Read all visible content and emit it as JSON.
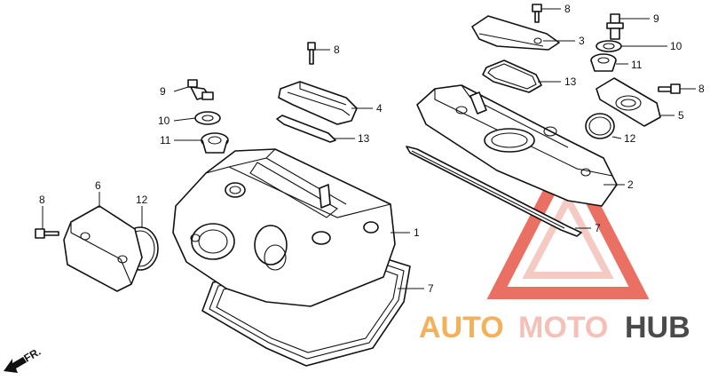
{
  "callouts": {
    "c1": "1",
    "c2": "2",
    "c3": "3",
    "c4": "4",
    "c5": "5",
    "c6": "6",
    "c7a": "7",
    "c7b": "7",
    "c8a": "8",
    "c8b": "8",
    "c8c": "8",
    "c8d": "8",
    "c9a": "9",
    "c9b": "9",
    "c10a": "10",
    "c10b": "10",
    "c11a": "11",
    "c11b": "11",
    "c12a": "12",
    "c12b": "12",
    "c13a": "13",
    "c13b": "13"
  },
  "front_marker": {
    "label": "FR."
  },
  "watermark": {
    "word_auto": "AUTO",
    "word_moto": "MOTO",
    "word_hub": "HUB",
    "color_light": "#f3c1b8",
    "color_accent": "#e8584a",
    "color_orange": "#f2b15a",
    "color_hub": "#4a4a4a"
  }
}
